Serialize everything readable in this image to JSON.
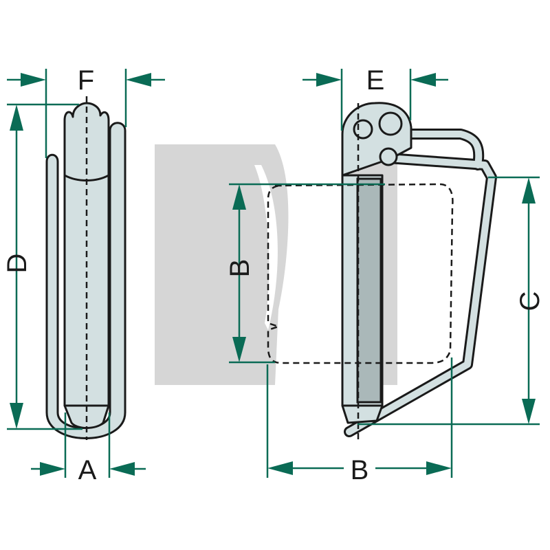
{
  "labels": {
    "A": "A",
    "B_vertical": "B",
    "B_horizontal": "B",
    "C": "C",
    "D": "D",
    "E": "E",
    "F": "F"
  },
  "colors": {
    "dimension": "#0a6b55",
    "part_fill": "#d3e0e1",
    "outline": "#1a1a1a",
    "watermark": "#b5b5b5"
  }
}
